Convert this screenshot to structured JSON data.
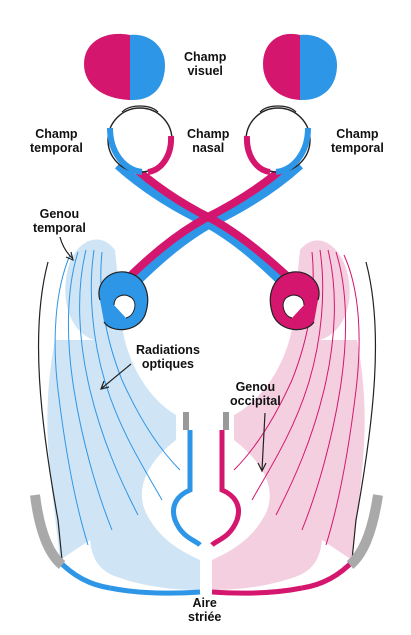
{
  "colors": {
    "magenta": "#d4166e",
    "blue": "#2e96e6",
    "light_blue": "#cfe5f6",
    "light_pink": "#f4cfe0",
    "grey": "#a9a9a9",
    "outline": "#222222"
  },
  "labels": {
    "champ_visuel": [
      "Champ",
      "visuel"
    ],
    "champ_temporal_left": [
      "Champ",
      "temporal"
    ],
    "champ_nasal": [
      "Champ",
      "nasal"
    ],
    "champ_temporal_right": [
      "Champ",
      "temporal"
    ],
    "genou_temporal": [
      "Genou",
      "temporal"
    ],
    "radiations_optiques": [
      "Radiations",
      "optiques"
    ],
    "genou_occipital": [
      "Genou",
      "occipital"
    ],
    "aire_striee": [
      "Aire",
      "striée"
    ]
  }
}
